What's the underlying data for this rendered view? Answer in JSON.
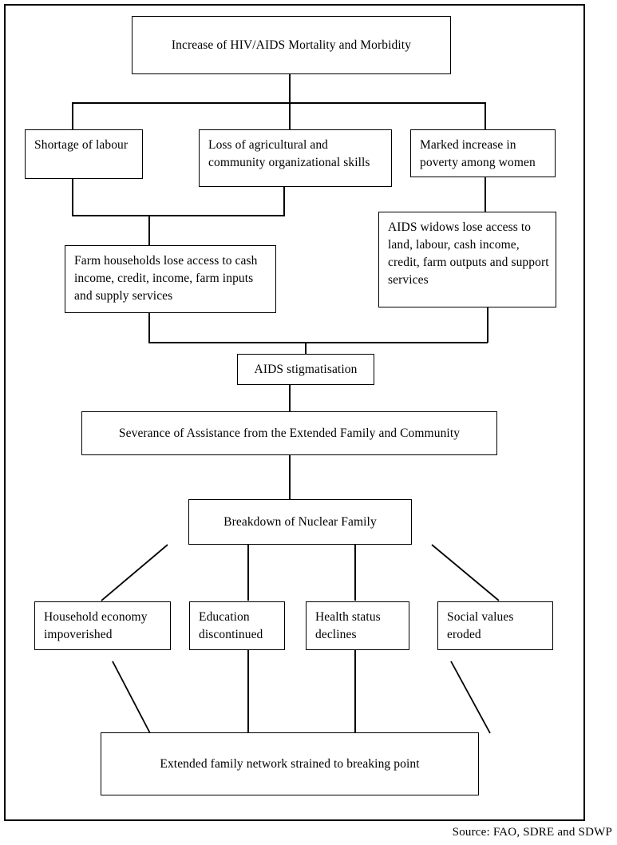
{
  "figure": {
    "title": "Impact of HIV/AIDS on rural households flowchart",
    "source": "Source: FAO,  SDRE and SDWP"
  },
  "nodes": {
    "root": {
      "label": "Increase of HIV/AIDS Mortality and Morbidity"
    },
    "shortage_labour": {
      "label": "Shortage of labour"
    },
    "loss_skills": {
      "label": "Loss of agricultural and community organizational skills"
    },
    "poverty_women": {
      "label": "Marked increase in poverty among women"
    },
    "farm_households": {
      "label": "Farm households lose access to cash income, credit, income, farm inputs and supply services"
    },
    "aids_widows": {
      "label": "AIDS widows lose access to land, labour, cash income, credit, farm outputs and support services"
    },
    "stigmatisation": {
      "label": "AIDS stigmatisation"
    },
    "severance": {
      "label": "Severance of Assistance from the Extended Family and Community"
    },
    "breakdown": {
      "label": "Breakdown of Nuclear Family"
    },
    "household_economy": {
      "label": "Household economy impoverished"
    },
    "education": {
      "label": "Education discontinued"
    },
    "health_status": {
      "label": "Health status declines"
    },
    "social_values": {
      "label": "Social values eroded"
    },
    "extended_family": {
      "label": "Extended family network strained to breaking point"
    }
  },
  "colors": {
    "stroke": "#000000",
    "background": "#ffffff",
    "text": "#000000"
  }
}
